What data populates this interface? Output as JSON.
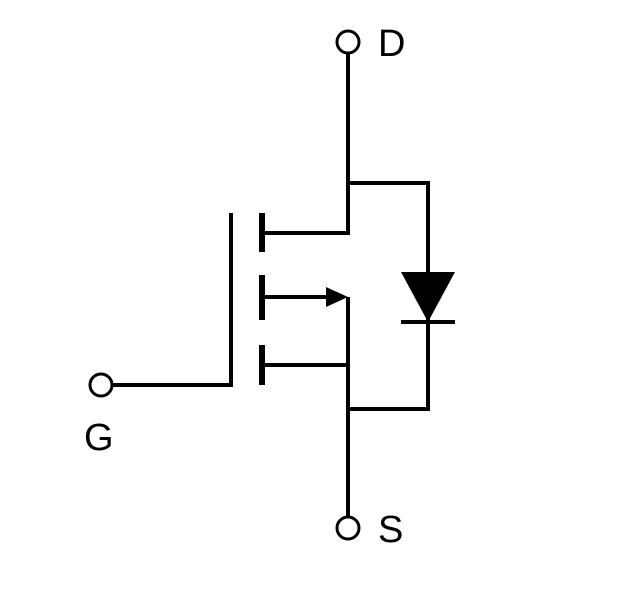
{
  "pins": {
    "drain": "D",
    "gate": "G",
    "source": "S"
  },
  "colors": {
    "line": "#000000",
    "background": "#ffffff"
  }
}
